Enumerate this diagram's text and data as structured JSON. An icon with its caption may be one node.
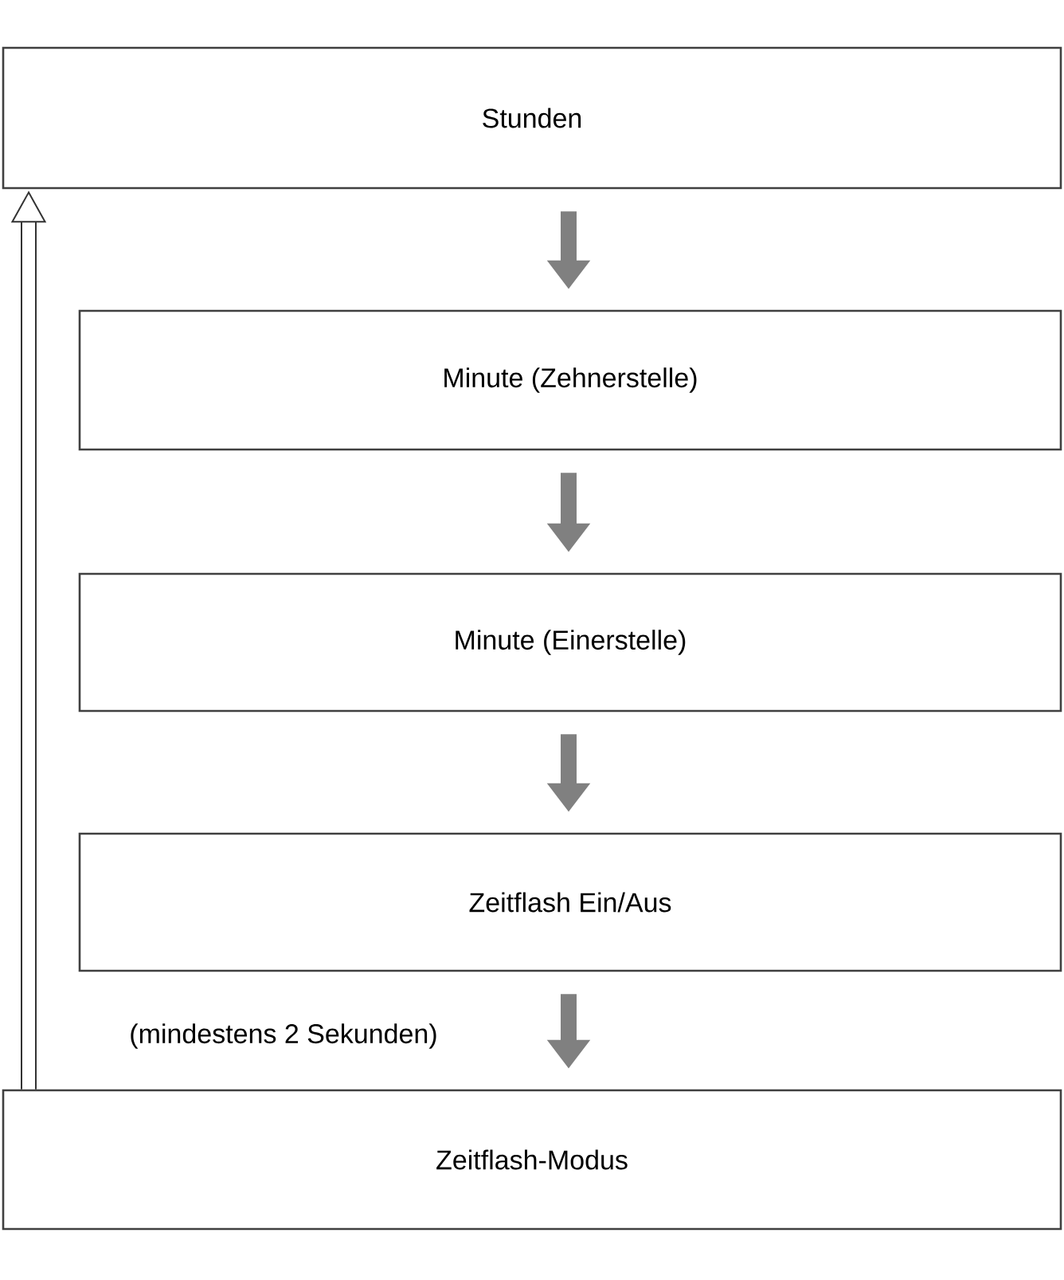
{
  "diagram": {
    "nodes": [
      {
        "text": [
          "Stunden"
        ]
      },
      {
        "text": [
          "Minute (Zehnerstelle)"
        ]
      },
      {
        "text": [
          "Minute (Einerstelle)"
        ]
      },
      {
        "text": [
          "Zeitflash Ein/Aus"
        ]
      },
      {
        "text": [
          "Zeitflash-Modus"
        ]
      }
    ],
    "edges": [
      {
        "from": 0,
        "to": 1,
        "arrow": "to"
      },
      {
        "from": 1,
        "to": 2,
        "arrow": "to"
      },
      {
        "from": 2,
        "to": 3,
        "arrow": "to"
      },
      {
        "from": 3,
        "to": 4,
        "arrow": "to"
      },
      {
        "from": 4,
        "to": 0,
        "arrow": "to",
        "label": "(mindestens 2 Sekunden)",
        "color": "#333333"
      }
    ]
  }
}
